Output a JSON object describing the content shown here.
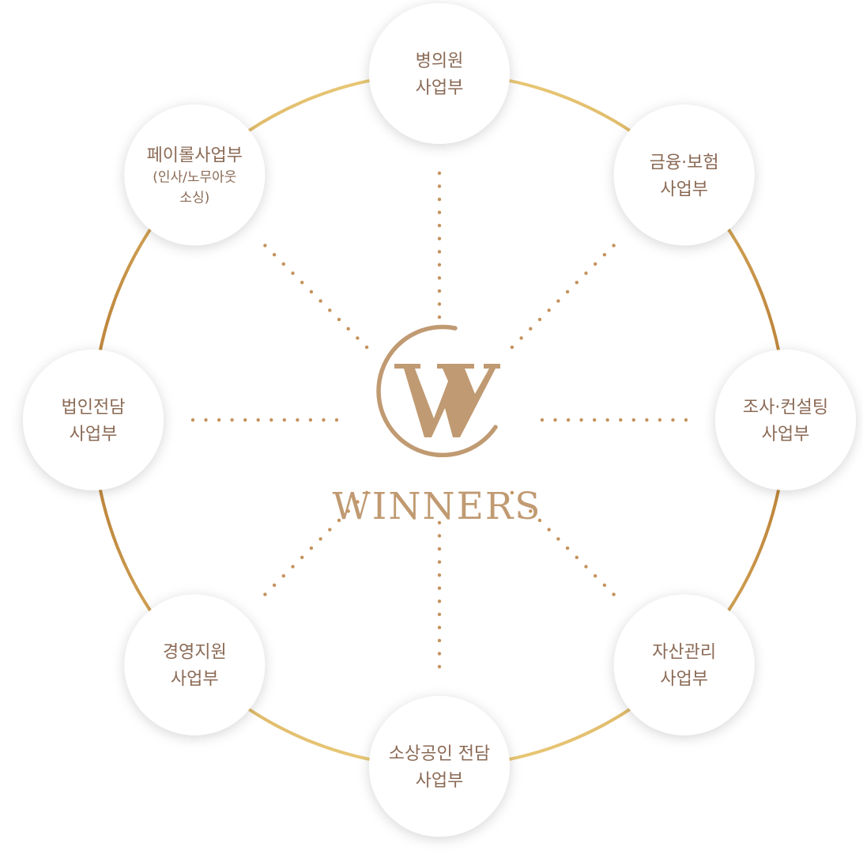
{
  "center": {
    "brand_name": "WINNERS",
    "logo_letter": "W"
  },
  "colors": {
    "ring_gold_light": "#e9c977",
    "ring_gold_dark": "#b98a42",
    "dots": "#c4925c",
    "logo": "#c09a72",
    "text": "#8a6a55",
    "node_fill": "#ffffff"
  },
  "nodes": [
    {
      "id": "hospital",
      "lines": [
        "병의원",
        "사업부"
      ]
    },
    {
      "id": "finance-insurance",
      "lines": [
        "금융·보험",
        "사업부"
      ]
    },
    {
      "id": "research-consulting",
      "lines": [
        "조사·컨설팅",
        "사업부"
      ]
    },
    {
      "id": "asset-management",
      "lines": [
        "자산관리",
        "사업부"
      ]
    },
    {
      "id": "small-business",
      "lines": [
        "소상공인 전담",
        "사업부"
      ]
    },
    {
      "id": "management-support",
      "lines": [
        "경영지원",
        "사업부"
      ]
    },
    {
      "id": "corporate",
      "lines": [
        "법인전담",
        "사업부"
      ]
    },
    {
      "id": "payroll",
      "lines": [
        "페이롤사업부",
        "(인사/노무아웃",
        "소싱)"
      ]
    }
  ]
}
